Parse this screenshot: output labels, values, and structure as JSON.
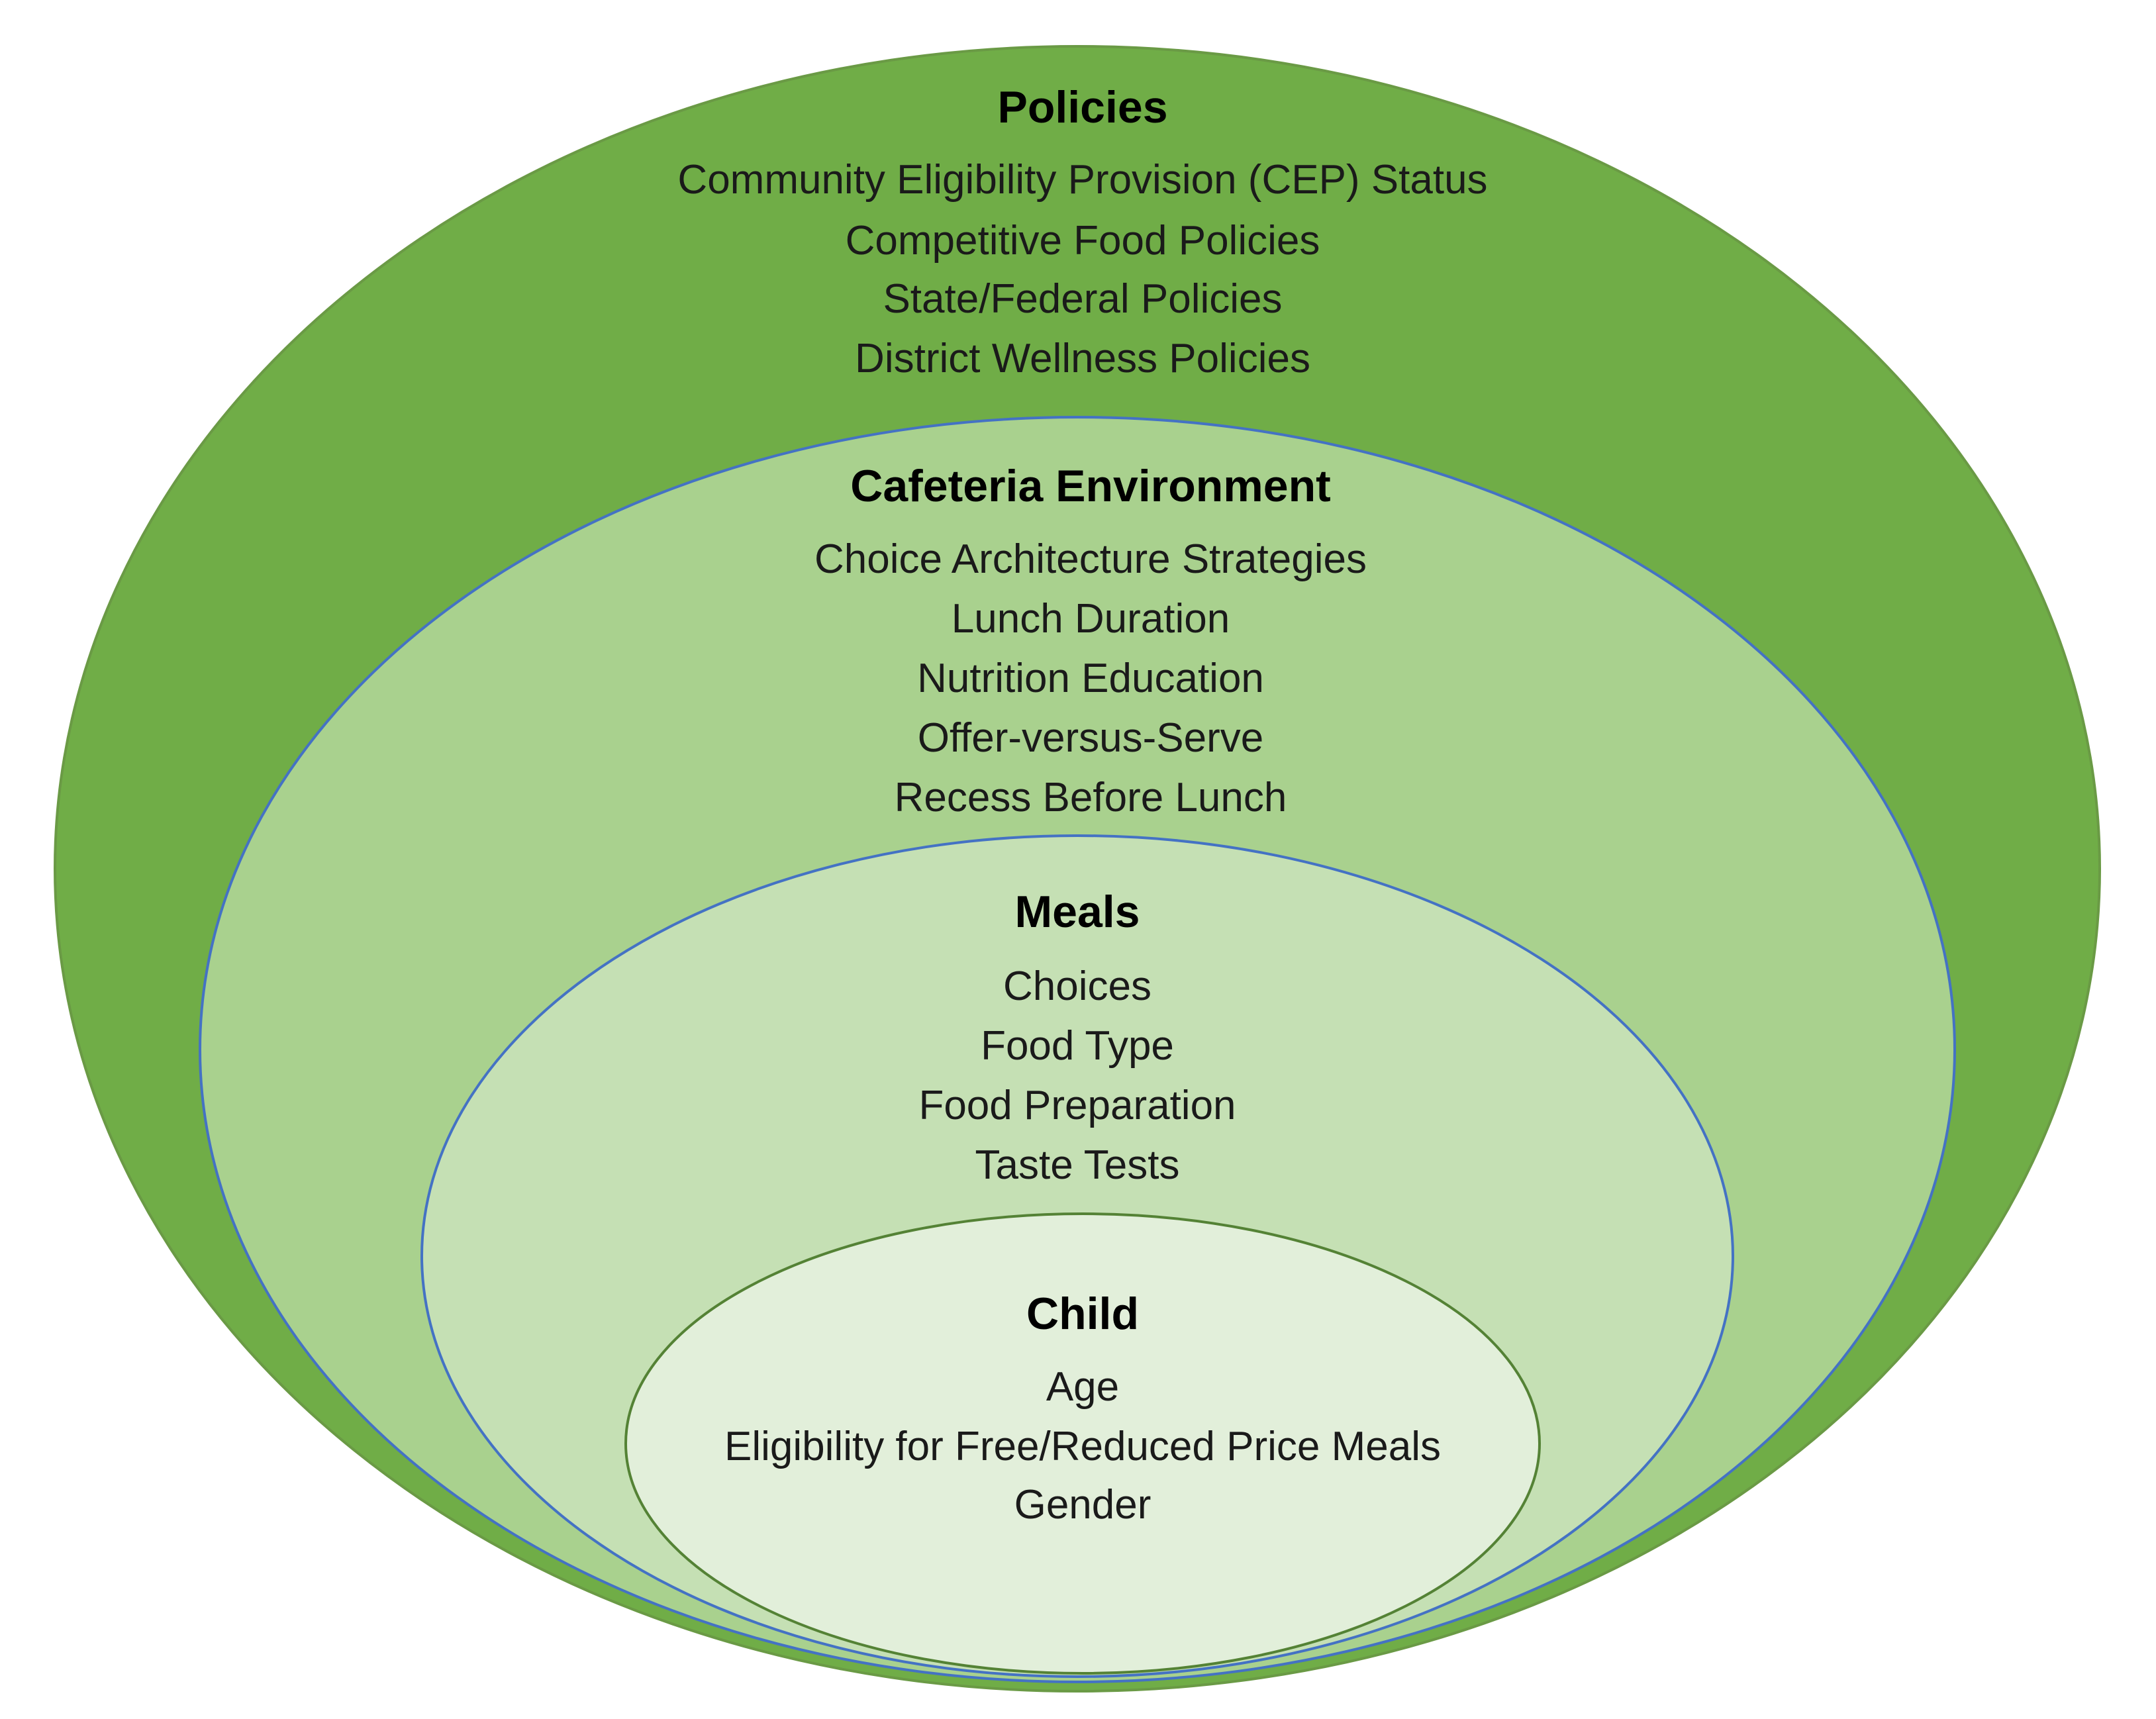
{
  "colors": {
    "policies_fill": "#70AD47",
    "policies_stroke": "#6A9A45",
    "cafeteria_fill": "#A9D18E",
    "cafeteria_stroke": "#4472C4",
    "meals_fill": "#C5E0B4",
    "meals_stroke": "#4472C4",
    "child_fill": "#E2EFDA",
    "child_stroke": "#548235",
    "text": "#000000"
  },
  "layers": {
    "policies": {
      "title": "Policies",
      "items": [
        "Community Eligibility Provision (CEP) Status",
        "Competitive Food Policies",
        "State/Federal Policies",
        "District Wellness Policies"
      ]
    },
    "cafeteria": {
      "title": "Cafeteria Environment",
      "items": [
        "Choice Architecture Strategies",
        "Lunch Duration",
        "Nutrition Education",
        "Offer-versus-Serve",
        "Recess Before Lunch"
      ]
    },
    "meals": {
      "title": "Meals",
      "items": [
        "Choices",
        "Food Type",
        "Food Preparation",
        "Taste Tests"
      ]
    },
    "child": {
      "title": "Child",
      "items": [
        "Age",
        "Eligibility for Free/Reduced Price Meals",
        "Gender"
      ]
    }
  }
}
